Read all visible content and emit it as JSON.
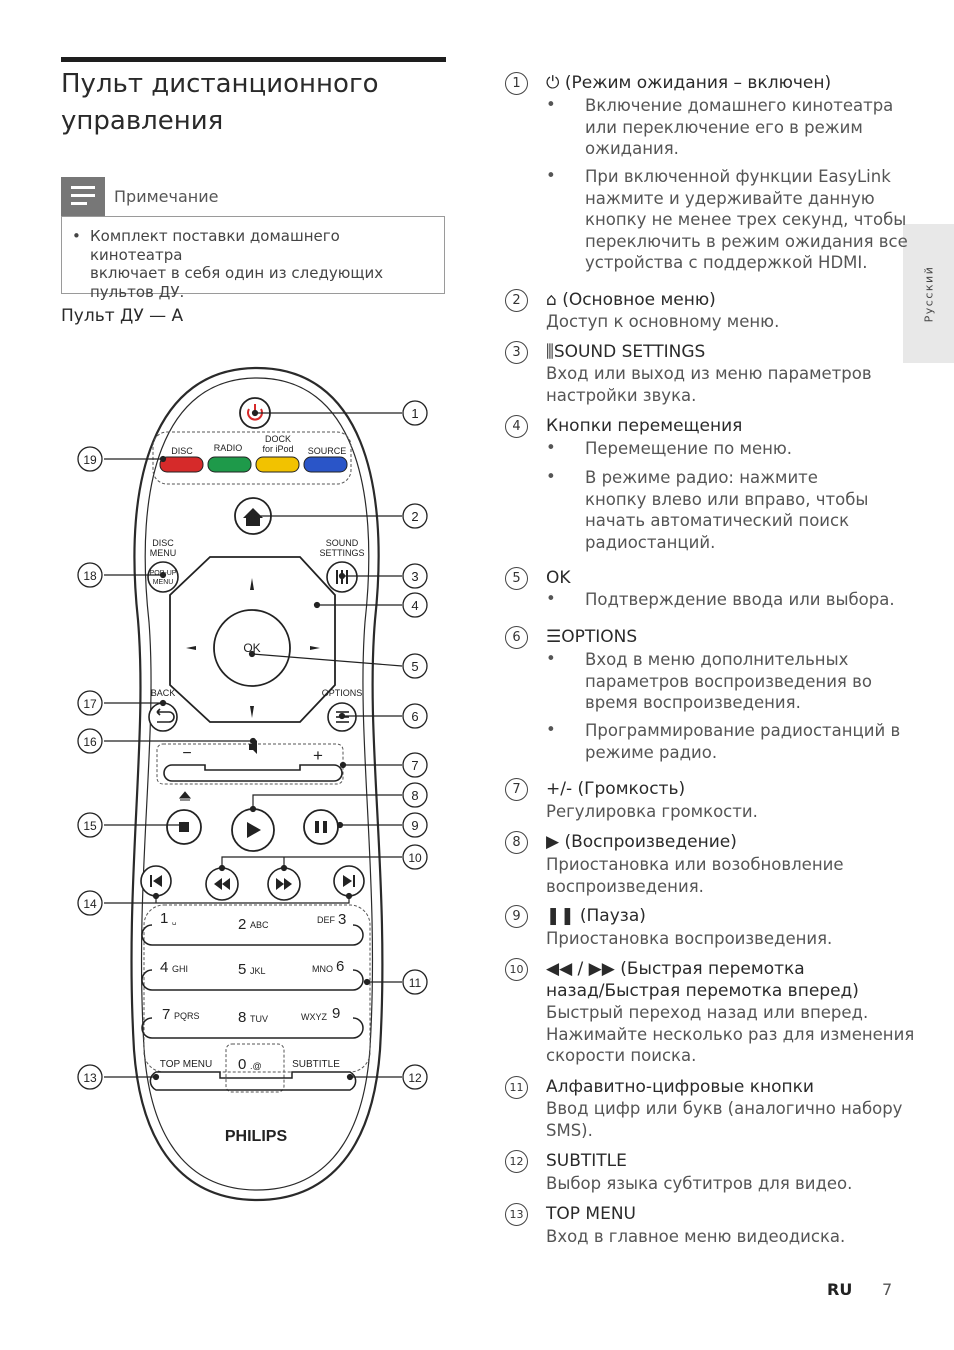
{
  "page": {
    "title_line1": "Пульт дистанционного",
    "title_line2": "управления",
    "note_label": "Примечание",
    "note_lines": [
      "Комплект поставки домашнего кинотеатра",
      "включает в себя один из следующих",
      "пультов ДУ."
    ],
    "remote_heading": "Пульт ДУ — А",
    "side_tab": "Русский",
    "footer_lang": "RU",
    "footer_page": "7"
  },
  "remote": {
    "brand": "PHILIPS",
    "labels": {
      "disc": "DISC",
      "radio": "RADIO",
      "dock1": "DOCK",
      "dock2": "for iPod",
      "source": "SOURCE",
      "disc_menu1": "DISC",
      "disc_menu2": "MENU",
      "popup1": "POP-UP",
      "popup2": "MENU",
      "sound1": "SOUND",
      "sound2": "SETTINGS",
      "ok": "OK",
      "back": "BACK",
      "options": "OPTIONS",
      "minus": "−",
      "plus": "+",
      "k1": "1",
      "k1s": "␣",
      "k2": "2",
      "k2s": "ABC",
      "k3": "3",
      "k3s": "DEF",
      "k4": "4",
      "k4s": "GHI",
      "k5": "5",
      "k5s": "JKL",
      "k6": "6",
      "k6s": "MNO",
      "k7": "7",
      "k7s": "PQRS",
      "k8": "8",
      "k8s": "TUV",
      "k9": "9",
      "k9s": "WXYZ",
      "k0": "0",
      "k0s": ".@",
      "top_menu": "TOP MENU",
      "subtitle": "SUBTITLE"
    },
    "callouts": [
      "1",
      "2",
      "3",
      "4",
      "5",
      "6",
      "7",
      "8",
      "9",
      "10",
      "11",
      "12",
      "13",
      "14",
      "15",
      "16",
      "17",
      "18",
      "19"
    ],
    "colors": {
      "red": "#d62a2a",
      "green": "#1e9a4a",
      "yellow": "#f2c200",
      "blue": "#2a55c8",
      "power": "#d62a2a"
    }
  },
  "items": [
    {
      "n": "1",
      "title": "⏻ (Режим ожидания – включен)",
      "bullets": [
        [
          "Включение домашнего кинотеатра",
          "или переключение его в режим",
          "ожидания."
        ],
        [
          "При включенной функции EasyLink",
          "нажмите и удерживайте данную",
          "кнопку не менее трех секунд, чтобы",
          "переключить в режим ожидания все",
          "устройства с поддержкой HDMI."
        ]
      ]
    },
    {
      "n": "2",
      "title": "⌂ (Основное меню)",
      "lines": [
        "Доступ к основному меню."
      ]
    },
    {
      "n": "3",
      "title": "⫼SOUND SETTINGS",
      "lines": [
        "Вход или выход из меню параметров",
        "настройки звука."
      ]
    },
    {
      "n": "4",
      "title": "Кнопки перемещения",
      "bullets": [
        [
          "Перемещение по меню."
        ],
        [
          "В режиме радио: нажмите",
          "кнопку влево или вправо, чтобы",
          "начать автоматический поиск",
          "радиостанций."
        ]
      ]
    },
    {
      "n": "5",
      "title": "OK",
      "bullets": [
        [
          "Подтверждение ввода или выбора."
        ]
      ]
    },
    {
      "n": "6",
      "title": "☰OPTIONS",
      "bullets": [
        [
          "Вход в меню дополнительных",
          "параметров воспроизведения во",
          "время воспроизведения."
        ],
        [
          "Программирование радиостанций в",
          "режиме радио."
        ]
      ]
    },
    {
      "n": "7",
      "title": "+/- (Громкость)",
      "lines": [
        "Регулировка громкости."
      ]
    },
    {
      "n": "8",
      "title": "▶ (Воспроизведение)",
      "lines": [
        "Приостановка или возобновление",
        "воспроизведения."
      ]
    },
    {
      "n": "9",
      "title": "❚❚ (Пауза)",
      "lines": [
        "Приостановка воспроизведения."
      ]
    },
    {
      "n": "10",
      "title": "◀◀ / ▶▶ (Быстрая перемотка",
      "title2": "назад/Быстрая перемотка вперед)",
      "lines": [
        "Быстрый переход назад или вперед.",
        "Нажимайте несколько раз для изменения",
        "скорости поиска."
      ]
    },
    {
      "n": "11",
      "title": "Алфавитно-цифровые кнопки",
      "lines": [
        "Ввод цифр или букв (аналогично набору",
        "SMS)."
      ]
    },
    {
      "n": "12",
      "title": "SUBTITLE",
      "lines": [
        "Выбор языка субтитров для видео."
      ]
    },
    {
      "n": "13",
      "title": "TOP MENU",
      "lines": [
        "Вход в главное меню видеодиска."
      ]
    }
  ]
}
